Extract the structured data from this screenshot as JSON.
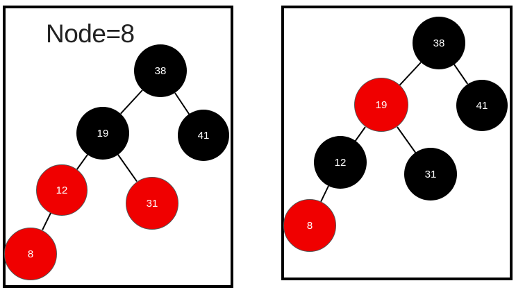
{
  "colors": {
    "black_node": "#000000",
    "red_node": "#f00000"
  },
  "left_tree": {
    "title": "Node=8",
    "nodes": [
      {
        "id": "38",
        "label": "38",
        "color": "black"
      },
      {
        "id": "19",
        "label": "19",
        "color": "black"
      },
      {
        "id": "41",
        "label": "41",
        "color": "black"
      },
      {
        "id": "12",
        "label": "12",
        "color": "red"
      },
      {
        "id": "31",
        "label": "31",
        "color": "red"
      },
      {
        "id": "8",
        "label": "8",
        "color": "red"
      }
    ],
    "edges": [
      [
        "38",
        "19"
      ],
      [
        "38",
        "41"
      ],
      [
        "19",
        "12"
      ],
      [
        "19",
        "31"
      ],
      [
        "12",
        "8"
      ]
    ]
  },
  "right_tree": {
    "nodes": [
      {
        "id": "38",
        "label": "38",
        "color": "black"
      },
      {
        "id": "19",
        "label": "19",
        "color": "red"
      },
      {
        "id": "41",
        "label": "41",
        "color": "black"
      },
      {
        "id": "12",
        "label": "12",
        "color": "black"
      },
      {
        "id": "31",
        "label": "31",
        "color": "black"
      },
      {
        "id": "8",
        "label": "8",
        "color": "red"
      }
    ],
    "edges": [
      [
        "38",
        "19"
      ],
      [
        "38",
        "41"
      ],
      [
        "19",
        "12"
      ],
      [
        "19",
        "31"
      ],
      [
        "12",
        "8"
      ]
    ]
  }
}
